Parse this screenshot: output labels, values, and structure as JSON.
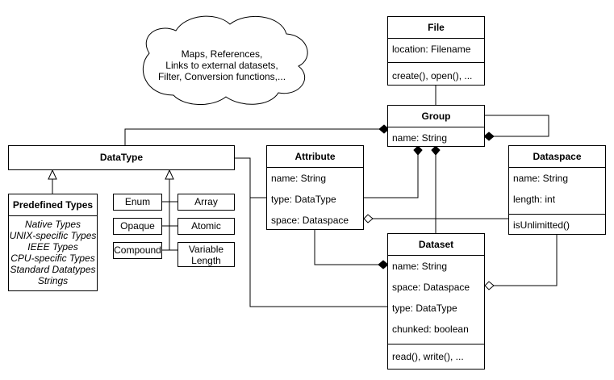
{
  "cloud": {
    "lines": [
      "Maps, References,",
      "Links to external datasets,",
      "Filter, Conversion functions,..."
    ]
  },
  "file": {
    "title": "File",
    "attributes": [
      "location: Filename"
    ],
    "methods": [
      "create(), open(), ..."
    ]
  },
  "group": {
    "title": "Group",
    "attributes": [
      "name: String"
    ]
  },
  "datatype": {
    "title": "DataType"
  },
  "attribute": {
    "title": "Attribute",
    "attributes": [
      "name: String",
      "type: DataType",
      "space: Dataspace"
    ]
  },
  "dataspace": {
    "title": "Dataspace",
    "attributes": [
      "name: String",
      "length: int"
    ],
    "methods": [
      "isUnlimitted()"
    ]
  },
  "dataset": {
    "title": "Dataset",
    "attributes": [
      "name: String",
      "space: Dataspace",
      "type: DataType",
      "chunked: boolean"
    ],
    "methods": [
      "read(), write(), ..."
    ]
  },
  "predefined": {
    "title": "Predefined Types",
    "items": [
      "Native Types",
      "UNIX-specific Types",
      "IEEE Types",
      "CPU-specific Types",
      "Standard Datatypes",
      "Strings"
    ]
  },
  "subtypes": {
    "enum": "Enum",
    "opaque": "Opaque",
    "compound": "Compound",
    "array": "Array",
    "atomic": "Atomic",
    "variable_length": "Variable Length"
  }
}
